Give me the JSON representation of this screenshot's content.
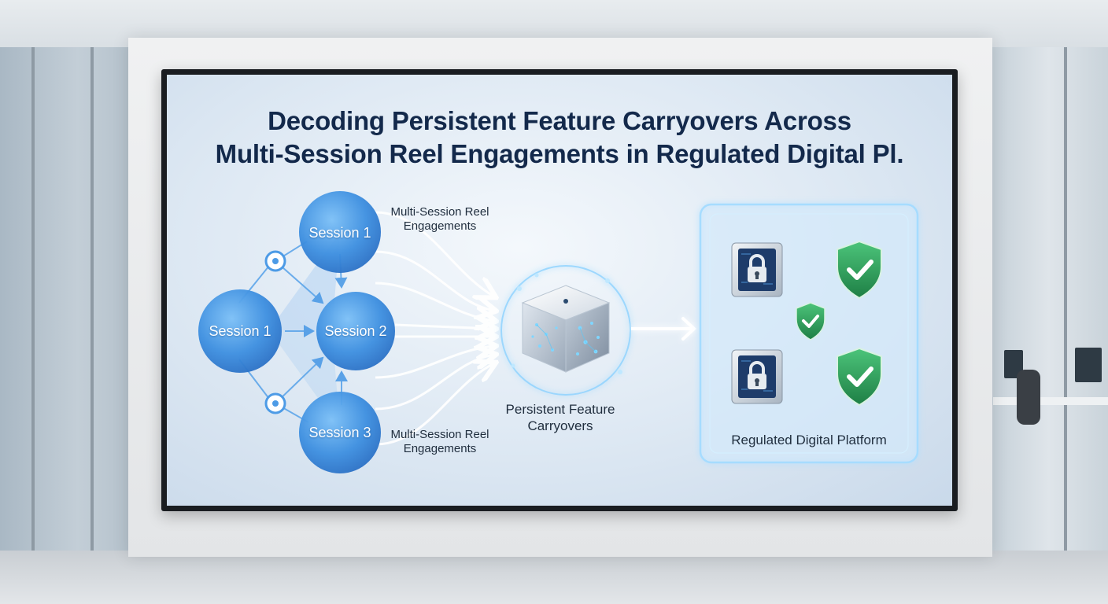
{
  "title": {
    "line1": "Decoding Persistent Feature Carryovers Across",
    "line2": "Multi-Session Reel Engagements in Regulated Digital Pl."
  },
  "sessions": {
    "top": "Session 1",
    "left": "Session 1",
    "middle": "Session 2",
    "bottom": "Session 3"
  },
  "engagement_labels": {
    "top": {
      "line1": "Multi-Session Reel",
      "line2": "Engagements"
    },
    "bottom": {
      "line1": "Multi-Session Reel",
      "line2": "Engagements"
    }
  },
  "core": {
    "line1": "Persistent Feature",
    "line2": "Carryovers"
  },
  "platform": {
    "label": "Regulated Digital Platform"
  },
  "icons": [
    "lock-server-icon",
    "shield-check-icon",
    "target-icon",
    "feature-cube-icon"
  ],
  "colors": {
    "title": "#13294b",
    "session_blue": "#3d8fe0",
    "shield_green": "#2fa05a",
    "glow": "#8fd3ff"
  }
}
